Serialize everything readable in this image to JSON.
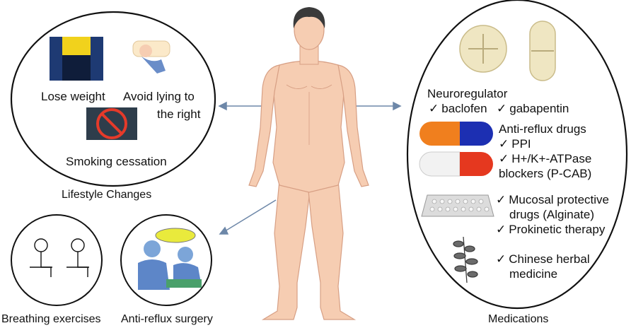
{
  "lifestyle": {
    "title": "Lifestyle Changes",
    "items": [
      "Lose weight",
      "Avoid lying to",
      "the right",
      "Smoking cessation"
    ]
  },
  "other": {
    "breathing": "Breathing exercises",
    "surgery": "Anti-reflux surgery"
  },
  "medications": {
    "title": "Medications",
    "neuro_heading": "Neuroregulator",
    "neuro_items": [
      "baclofen",
      "gabapentin"
    ],
    "antireflux_heading": "Anti-reflux drugs",
    "antireflux_items": [
      "PPI",
      "H+/K+-ATPase",
      "blockers (P-CAB)"
    ],
    "mucosal": [
      "Mucosal protective",
      "drugs (Alginate)"
    ],
    "prokinetic": "Prokinetic therapy",
    "herbal": [
      "Chinese herbal",
      "medicine"
    ]
  },
  "colors": {
    "skin": "#f6cdb2",
    "skin_outline": "#d79f84",
    "hair": "#3a3a3a",
    "arrow": "#6d87a8",
    "capsule_orange": "#f07f1e",
    "capsule_blue": "#1c2fb2",
    "capsule_red": "#e5381f",
    "pill": "#efe6c2"
  }
}
